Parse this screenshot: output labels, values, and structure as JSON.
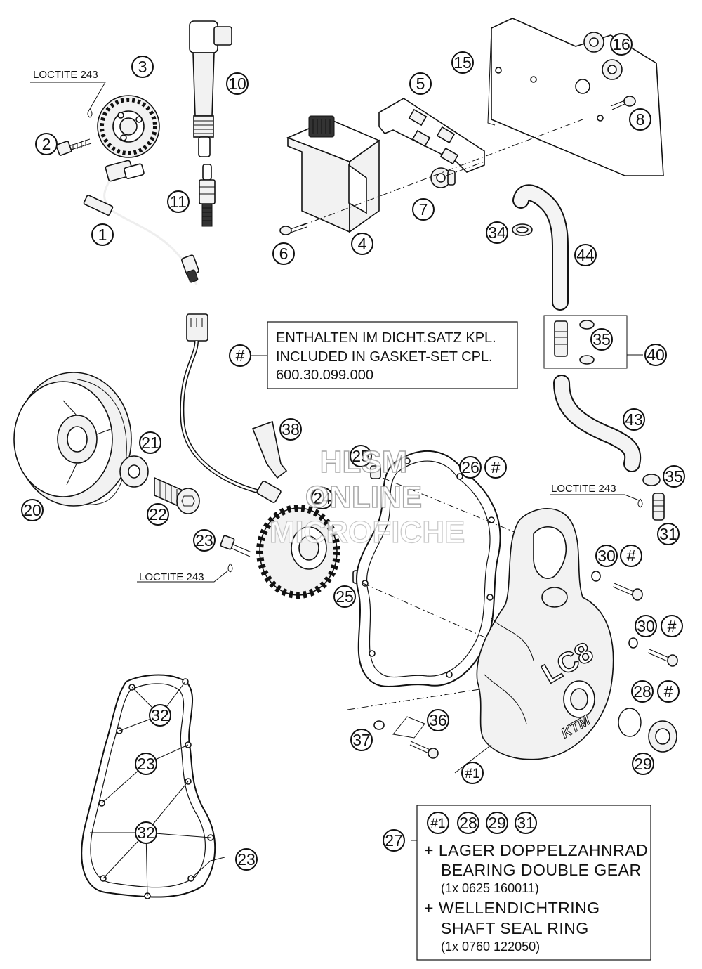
{
  "callouts": {
    "c1": "1",
    "c2": "2",
    "c3": "3",
    "c4": "4",
    "c5": "5",
    "c6": "6",
    "c7": "7",
    "c8": "8",
    "c10": "10",
    "c11": "11",
    "c15": "15",
    "c16": "16",
    "c20": "20",
    "c21": "21",
    "c22": "22",
    "c23a": "23",
    "c23b": "23",
    "c23c": "23",
    "c24": "24",
    "c25a": "25",
    "c25b": "25",
    "c26": "26",
    "c27": "27",
    "c28": "28",
    "c29": "29",
    "c30a": "30",
    "c30b": "30",
    "c31": "31",
    "c32a": "32",
    "c32b": "32",
    "c34": "34",
    "c35a": "35",
    "c35b": "35",
    "c36": "36",
    "c37": "37",
    "c38": "38",
    "c40": "40",
    "c43": "43",
    "c44": "44",
    "hash": "#",
    "hash1": "#1"
  },
  "loctite": {
    "top_left": "LOCTITE 243",
    "middle_left": "LOCTITE 243",
    "right": "LOCTITE 243"
  },
  "gasket_box": {
    "line1": "ENTHALTEN IM DICHT.SATZ KPL.",
    "line2": "INCLUDED IN GASKET-SET CPL.",
    "line3": "600.30.099.000"
  },
  "legend": {
    "header_1": "#1",
    "header_28": "28",
    "header_29": "29",
    "header_31": "31",
    "item1_de": "+ LAGER DOPPELZAHNRAD",
    "item1_en": "BEARING DOUBLE GEAR",
    "item1_pn": "(1x 0625 160011)",
    "item2_de": "+ WELLENDICHTRING",
    "item2_en": "SHAFT SEAL RING",
    "item2_pn": "(1x 0760 122050)"
  },
  "cover_logo": "LC8",
  "cover_brand": "KTM",
  "watermark": {
    "line1": "HLSM",
    "line2": "ONLINE",
    "line3": "MICROFICHE"
  }
}
